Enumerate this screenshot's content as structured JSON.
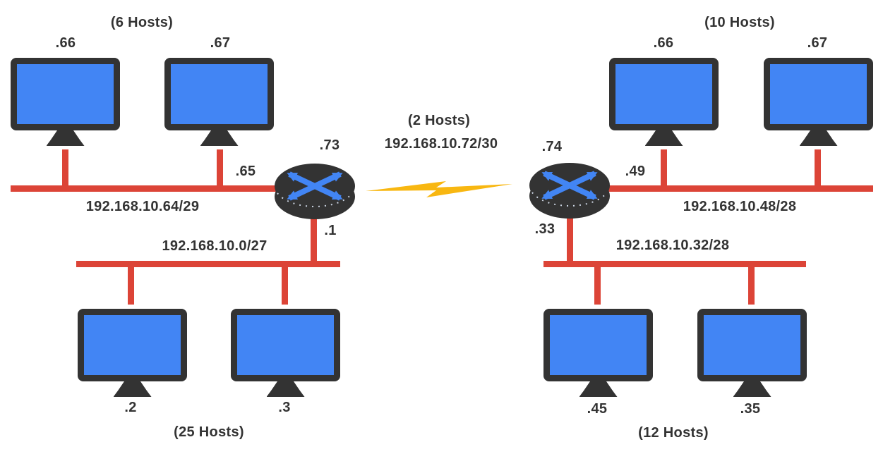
{
  "colors": {
    "red": "#DC4437",
    "blue": "#4285F4",
    "dark": "#333333",
    "yellow": "#F8B711",
    "bg": "#FFFFFF"
  },
  "subnets": {
    "top_left": {
      "hosts_label": "(6 Hosts)",
      "network": "192.168.10.64/29",
      "router_interface": ".65",
      "host1": ".66",
      "host2": ".67"
    },
    "bottom_left": {
      "hosts_label": "(25 Hosts)",
      "network": "192.168.10.0/27",
      "router_interface": ".1",
      "host1": ".2",
      "host2": ".3"
    },
    "wan": {
      "hosts_label": "(2 Hosts)",
      "network": "192.168.10.72/30",
      "router_a_interface": ".73",
      "router_b_interface": ".74"
    },
    "top_right": {
      "hosts_label": "(10 Hosts)",
      "network": "192.168.10.48/28",
      "router_interface": ".49",
      "host1": ".66",
      "host2": ".67"
    },
    "bottom_right": {
      "hosts_label": "(12 Hosts)",
      "network": "192.168.10.32/28",
      "router_interface": ".33",
      "host1": ".45",
      "host2": ".35"
    }
  },
  "icons": {
    "router": "router-icon",
    "computer": "computer-icon",
    "wan_link": "lightning-bolt-icon"
  }
}
